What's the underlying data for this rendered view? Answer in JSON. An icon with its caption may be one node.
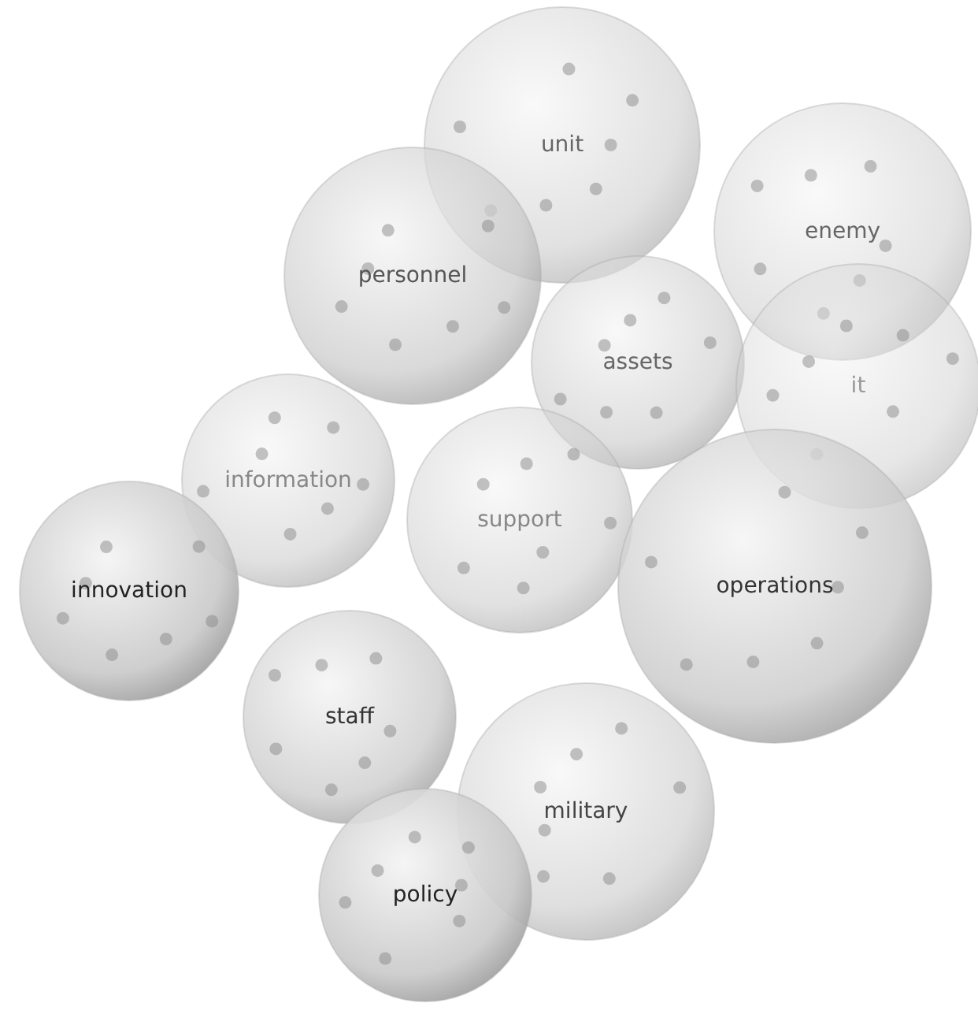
{
  "diagram": {
    "nodes": [
      {
        "text": [
          "unit"
        ]
      },
      {
        "text": [
          "personnel"
        ]
      },
      {
        "text": [
          "enemy"
        ]
      },
      {
        "text": [
          "assets"
        ]
      },
      {
        "text": [
          "it"
        ]
      },
      {
        "text": [
          "information"
        ]
      },
      {
        "text": [
          "support"
        ]
      },
      {
        "text": [
          "operations"
        ]
      },
      {
        "text": [
          "innovation"
        ]
      },
      {
        "text": [
          "staff"
        ]
      },
      {
        "text": [
          "military"
        ]
      },
      {
        "text": [
          "policy"
        ]
      }
    ]
  }
}
